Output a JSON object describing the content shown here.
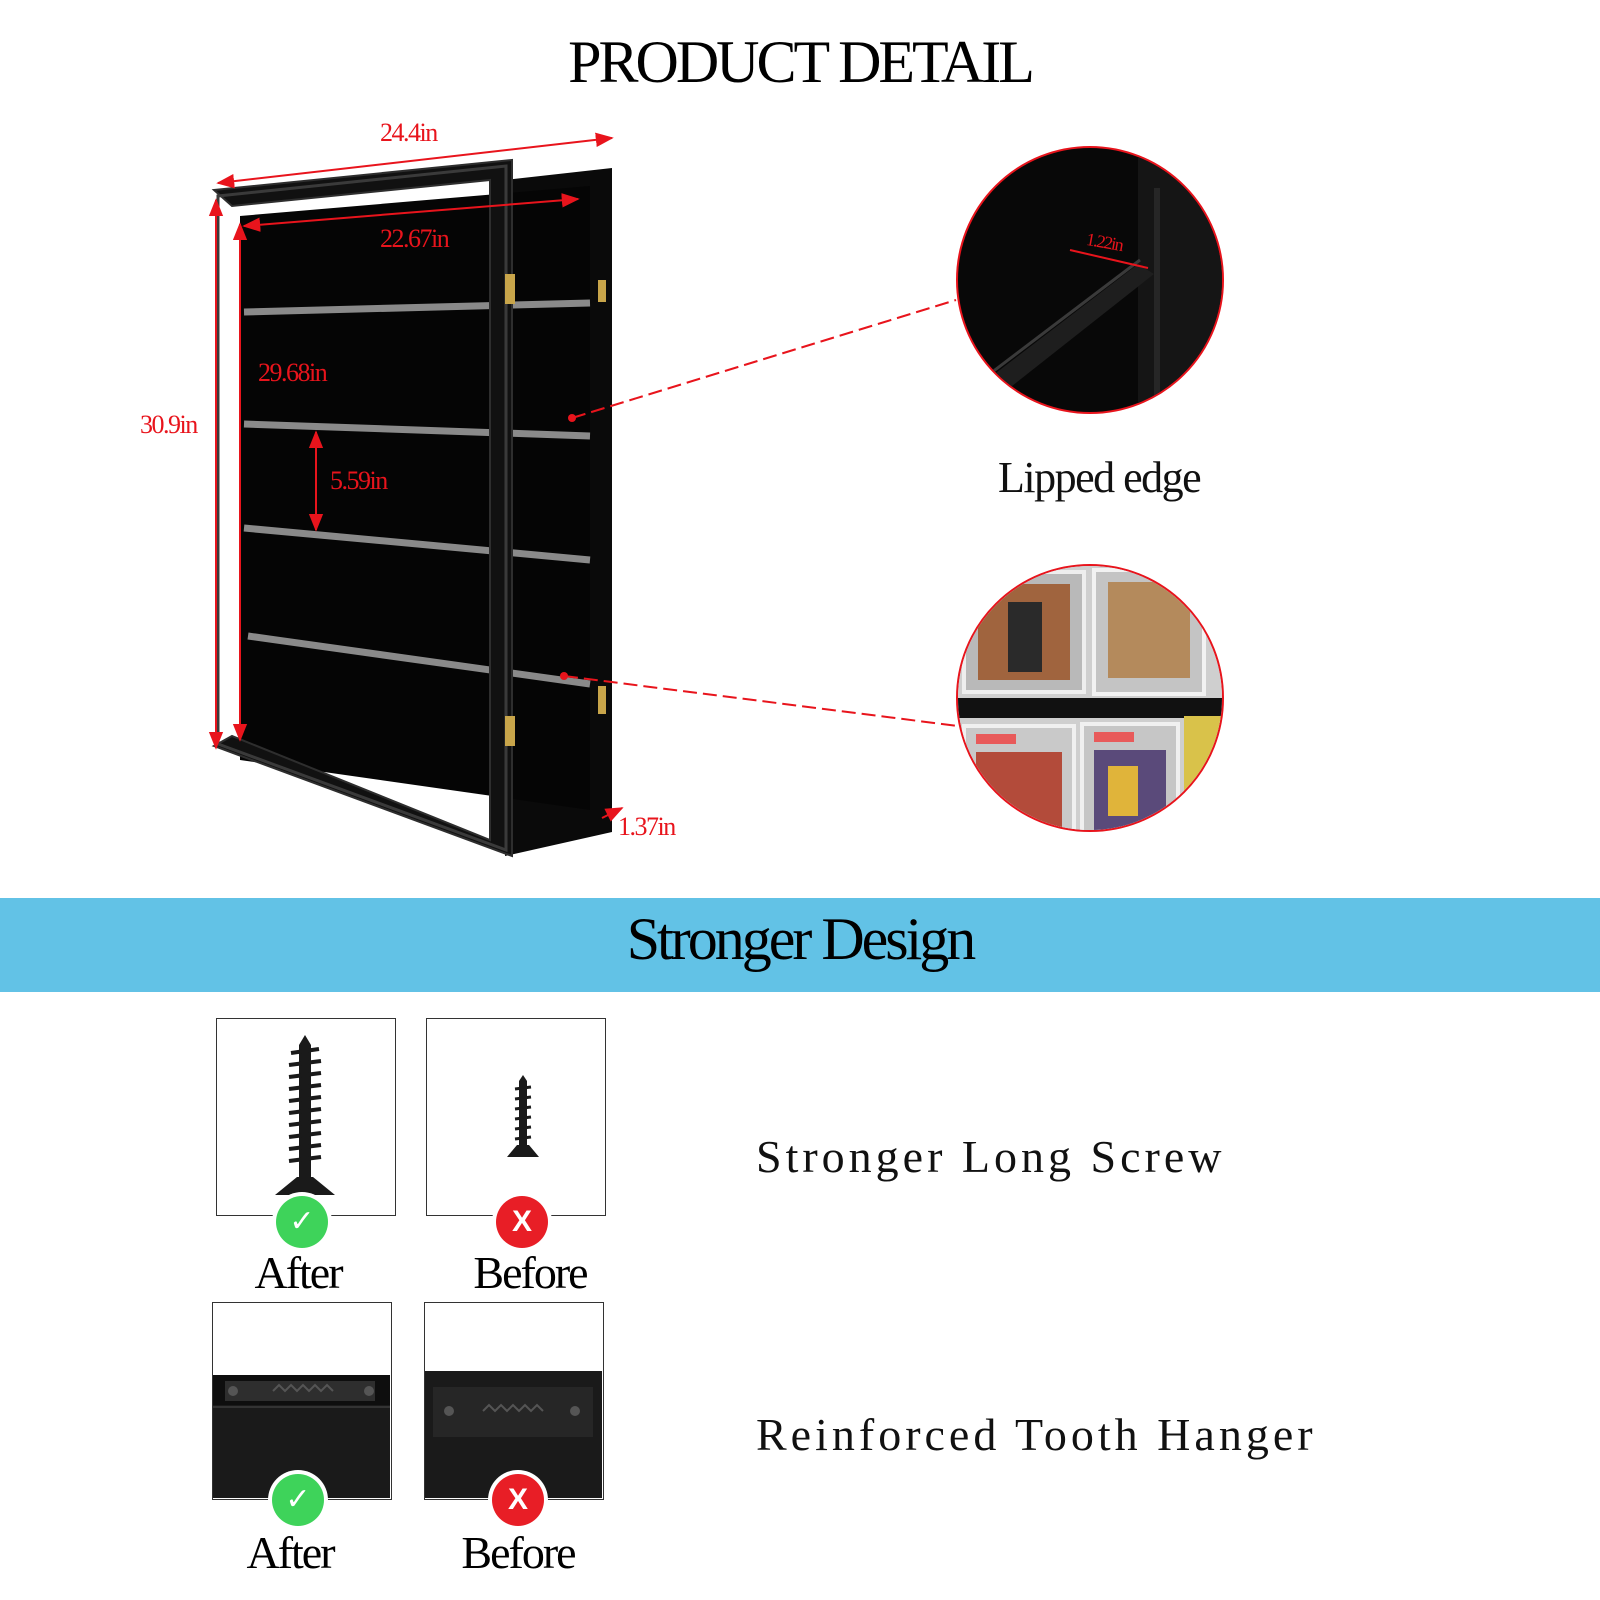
{
  "header": {
    "title": "PRODUCT DETAIL"
  },
  "dimensions": {
    "outer_width": "24.4in",
    "inner_width": "22.67in",
    "outer_height": "30.9in",
    "inner_height": "29.68in",
    "shelf_spacing": "5.59in",
    "depth": "1.37in",
    "lip_depth": "1.22in"
  },
  "callouts": {
    "lipped_edge": "Lipped edge"
  },
  "section": {
    "title": "Stronger Design"
  },
  "comparison": {
    "screw": {
      "after_label": "After",
      "before_label": "Before",
      "feature": "Stronger Long Screw"
    },
    "hanger": {
      "after_label": "After",
      "before_label": "Before",
      "feature": "Reinforced Tooth Hanger"
    },
    "ok_symbol": "✓",
    "no_symbol": "X"
  },
  "colors": {
    "accent_red": "#e8141c",
    "band_blue": "#62c2e6",
    "ok_green": "#3ed35a",
    "no_red": "#e81e26"
  }
}
